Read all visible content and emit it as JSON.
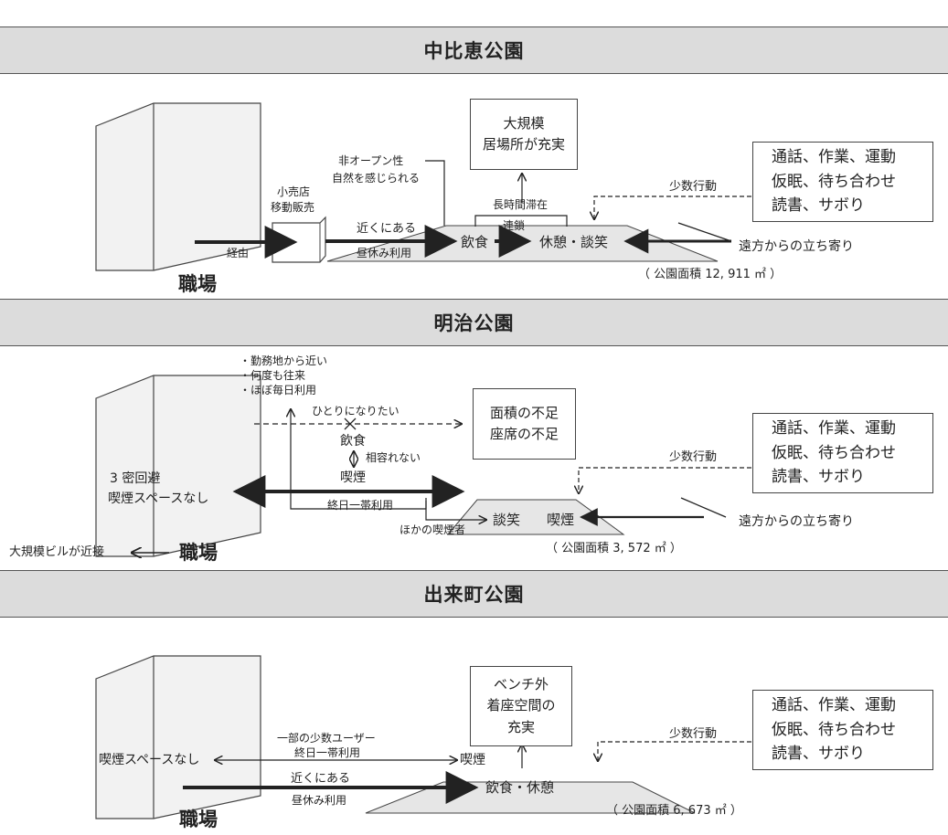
{
  "sections": [
    {
      "title": "中比恵公園",
      "workplace": "職場",
      "shop": [
        "小売店",
        "移動販売"
      ],
      "via": "経由",
      "non_open": [
        "非オープン性",
        "自然を感じられる"
      ],
      "near": "近くにある",
      "lunch": "昼休み利用",
      "eating": "飲食",
      "chain": "連鎖",
      "rest_talk": "休憩・談笑",
      "long_stay": "長時間滞在",
      "large_space": [
        "大規模",
        "居場所が充実"
      ],
      "minority": "少数行動",
      "activities": [
        "通話、作業、運動",
        "仮眠、待ち合わせ",
        "読書、サボり"
      ],
      "stopover": "遠方からの立ち寄り",
      "area": "（ 公園面積 12, 911 ㎡ ）"
    },
    {
      "title": "明治公園",
      "workplace": "職場",
      "nearby_building": "大規模ビルが近接",
      "notes": [
        "・勤務地から近い",
        "・何度も往来",
        "・ほぼ毎日利用"
      ],
      "alone": "ひとりになりたい",
      "eating": "飲食",
      "incompatible": "相容れない",
      "smoking": "喫煙",
      "avoid": [
        "3 密回避",
        "喫煙スペースなし"
      ],
      "all_day": "終日一帯利用",
      "other_smokers": "ほかの喫煙者",
      "talk": "談笑",
      "smoking2": "喫煙",
      "shortage": [
        "面積の不足",
        "座席の不足"
      ],
      "minority": "少数行動",
      "activities": [
        "通話、作業、運動",
        "仮眠、待ち合わせ",
        "読書、サボり"
      ],
      "stopover": "遠方からの立ち寄り",
      "area": "（ 公園面積 3, 572 ㎡ ）"
    },
    {
      "title": "出来町公園",
      "workplace": "職場",
      "no_smoking_space": "喫煙スペースなし",
      "some_users": "一部の少数ユーザー",
      "all_day": "終日一帯利用",
      "smoking": "喫煙",
      "near": "近くにある",
      "lunch": "昼休み利用",
      "eat_rest": "飲食・休憩",
      "bench": [
        "ベンチ外",
        "着座空間の",
        "充実"
      ],
      "minority": "少数行動",
      "activities": [
        "通話、作業、運動",
        "仮眠、待ち合わせ",
        "読書、サボり"
      ],
      "area": "（ 公園面積 6, 673 ㎡ ）"
    }
  ]
}
